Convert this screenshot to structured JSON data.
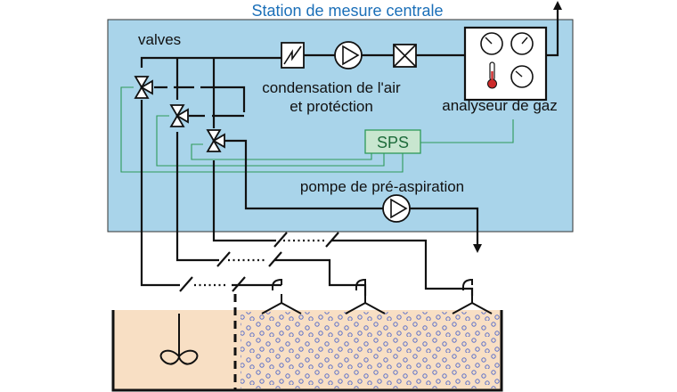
{
  "title": "Station de mesure centrale",
  "labels": {
    "valves": "valves",
    "condensation_line1": "condensation de l'air",
    "condensation_line2": "et protéction",
    "analyzer": "analyseur de gaz",
    "sps": "SPS",
    "pre_pump": "pompe de pré-aspiration"
  },
  "colors": {
    "station_fill": "#a9d4ea",
    "title": "#1b6fb8",
    "control_line": "#2e9a58",
    "sps_box": "#c8e6cf",
    "tank_liquid": "#f8dfc4",
    "bubble": "#5b6fc8",
    "thermometer": "#cc2a2a"
  },
  "icons": [
    "three-way-valve-icon",
    "condenser-icon",
    "pump-icon",
    "filter-icon",
    "gauge-icon",
    "thermometer-icon",
    "stirrer-icon",
    "suction-hood-icon",
    "arrow-up-icon",
    "arrow-down-icon"
  ]
}
